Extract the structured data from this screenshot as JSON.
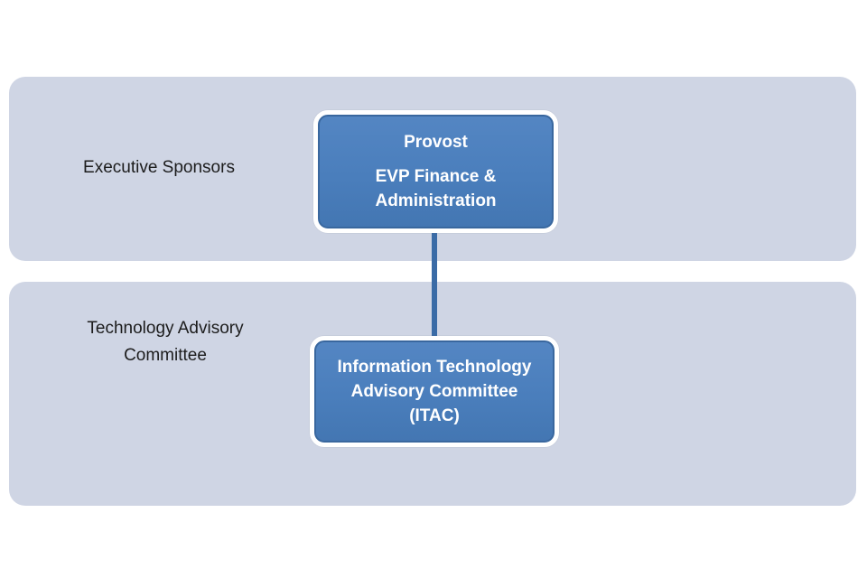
{
  "diagram": {
    "type": "org-chart",
    "bands": {
      "executive": {
        "label": "Executive Sponsors"
      },
      "advisory": {
        "label_line1": "Technology Advisory",
        "label_line2": "Committee"
      }
    },
    "nodes": {
      "provost": {
        "line1": "Provost",
        "line2": "EVP Finance &",
        "line3": "Administration"
      },
      "itac": {
        "line1": "Information Technology",
        "line2": "Advisory Committee",
        "line3": "(ITAC)"
      }
    },
    "connector": {
      "from": "provost",
      "to": "itac"
    },
    "colors": {
      "band_background": "#cfd5e4",
      "node_fill": "#4a7ebc",
      "node_inner_border": "#39679e",
      "node_outer_border": "#ffffff",
      "connector": "#3a6ba6",
      "node_text": "#ffffff",
      "label_text": "#1c1c1c",
      "page_background": "#ffffff"
    }
  }
}
